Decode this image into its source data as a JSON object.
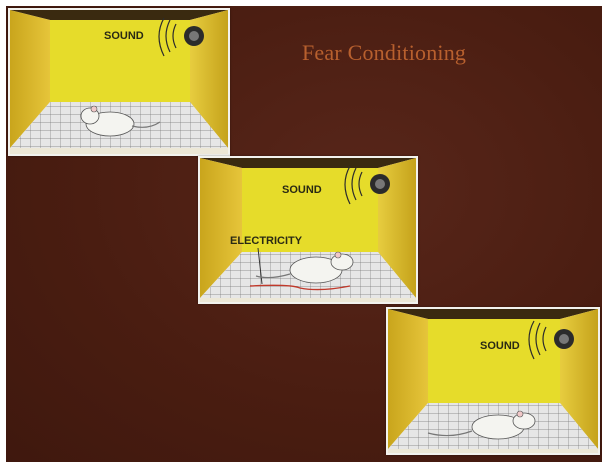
{
  "slide": {
    "title": "Fear Conditioning",
    "background_color": "#4a1d11",
    "title_color": "#b8602e"
  },
  "panels": [
    {
      "sound_label": "SOUND"
    },
    {
      "sound_label": "SOUND",
      "shock_label": "ELECTRICITY"
    },
    {
      "sound_label": "SOUND"
    }
  ]
}
